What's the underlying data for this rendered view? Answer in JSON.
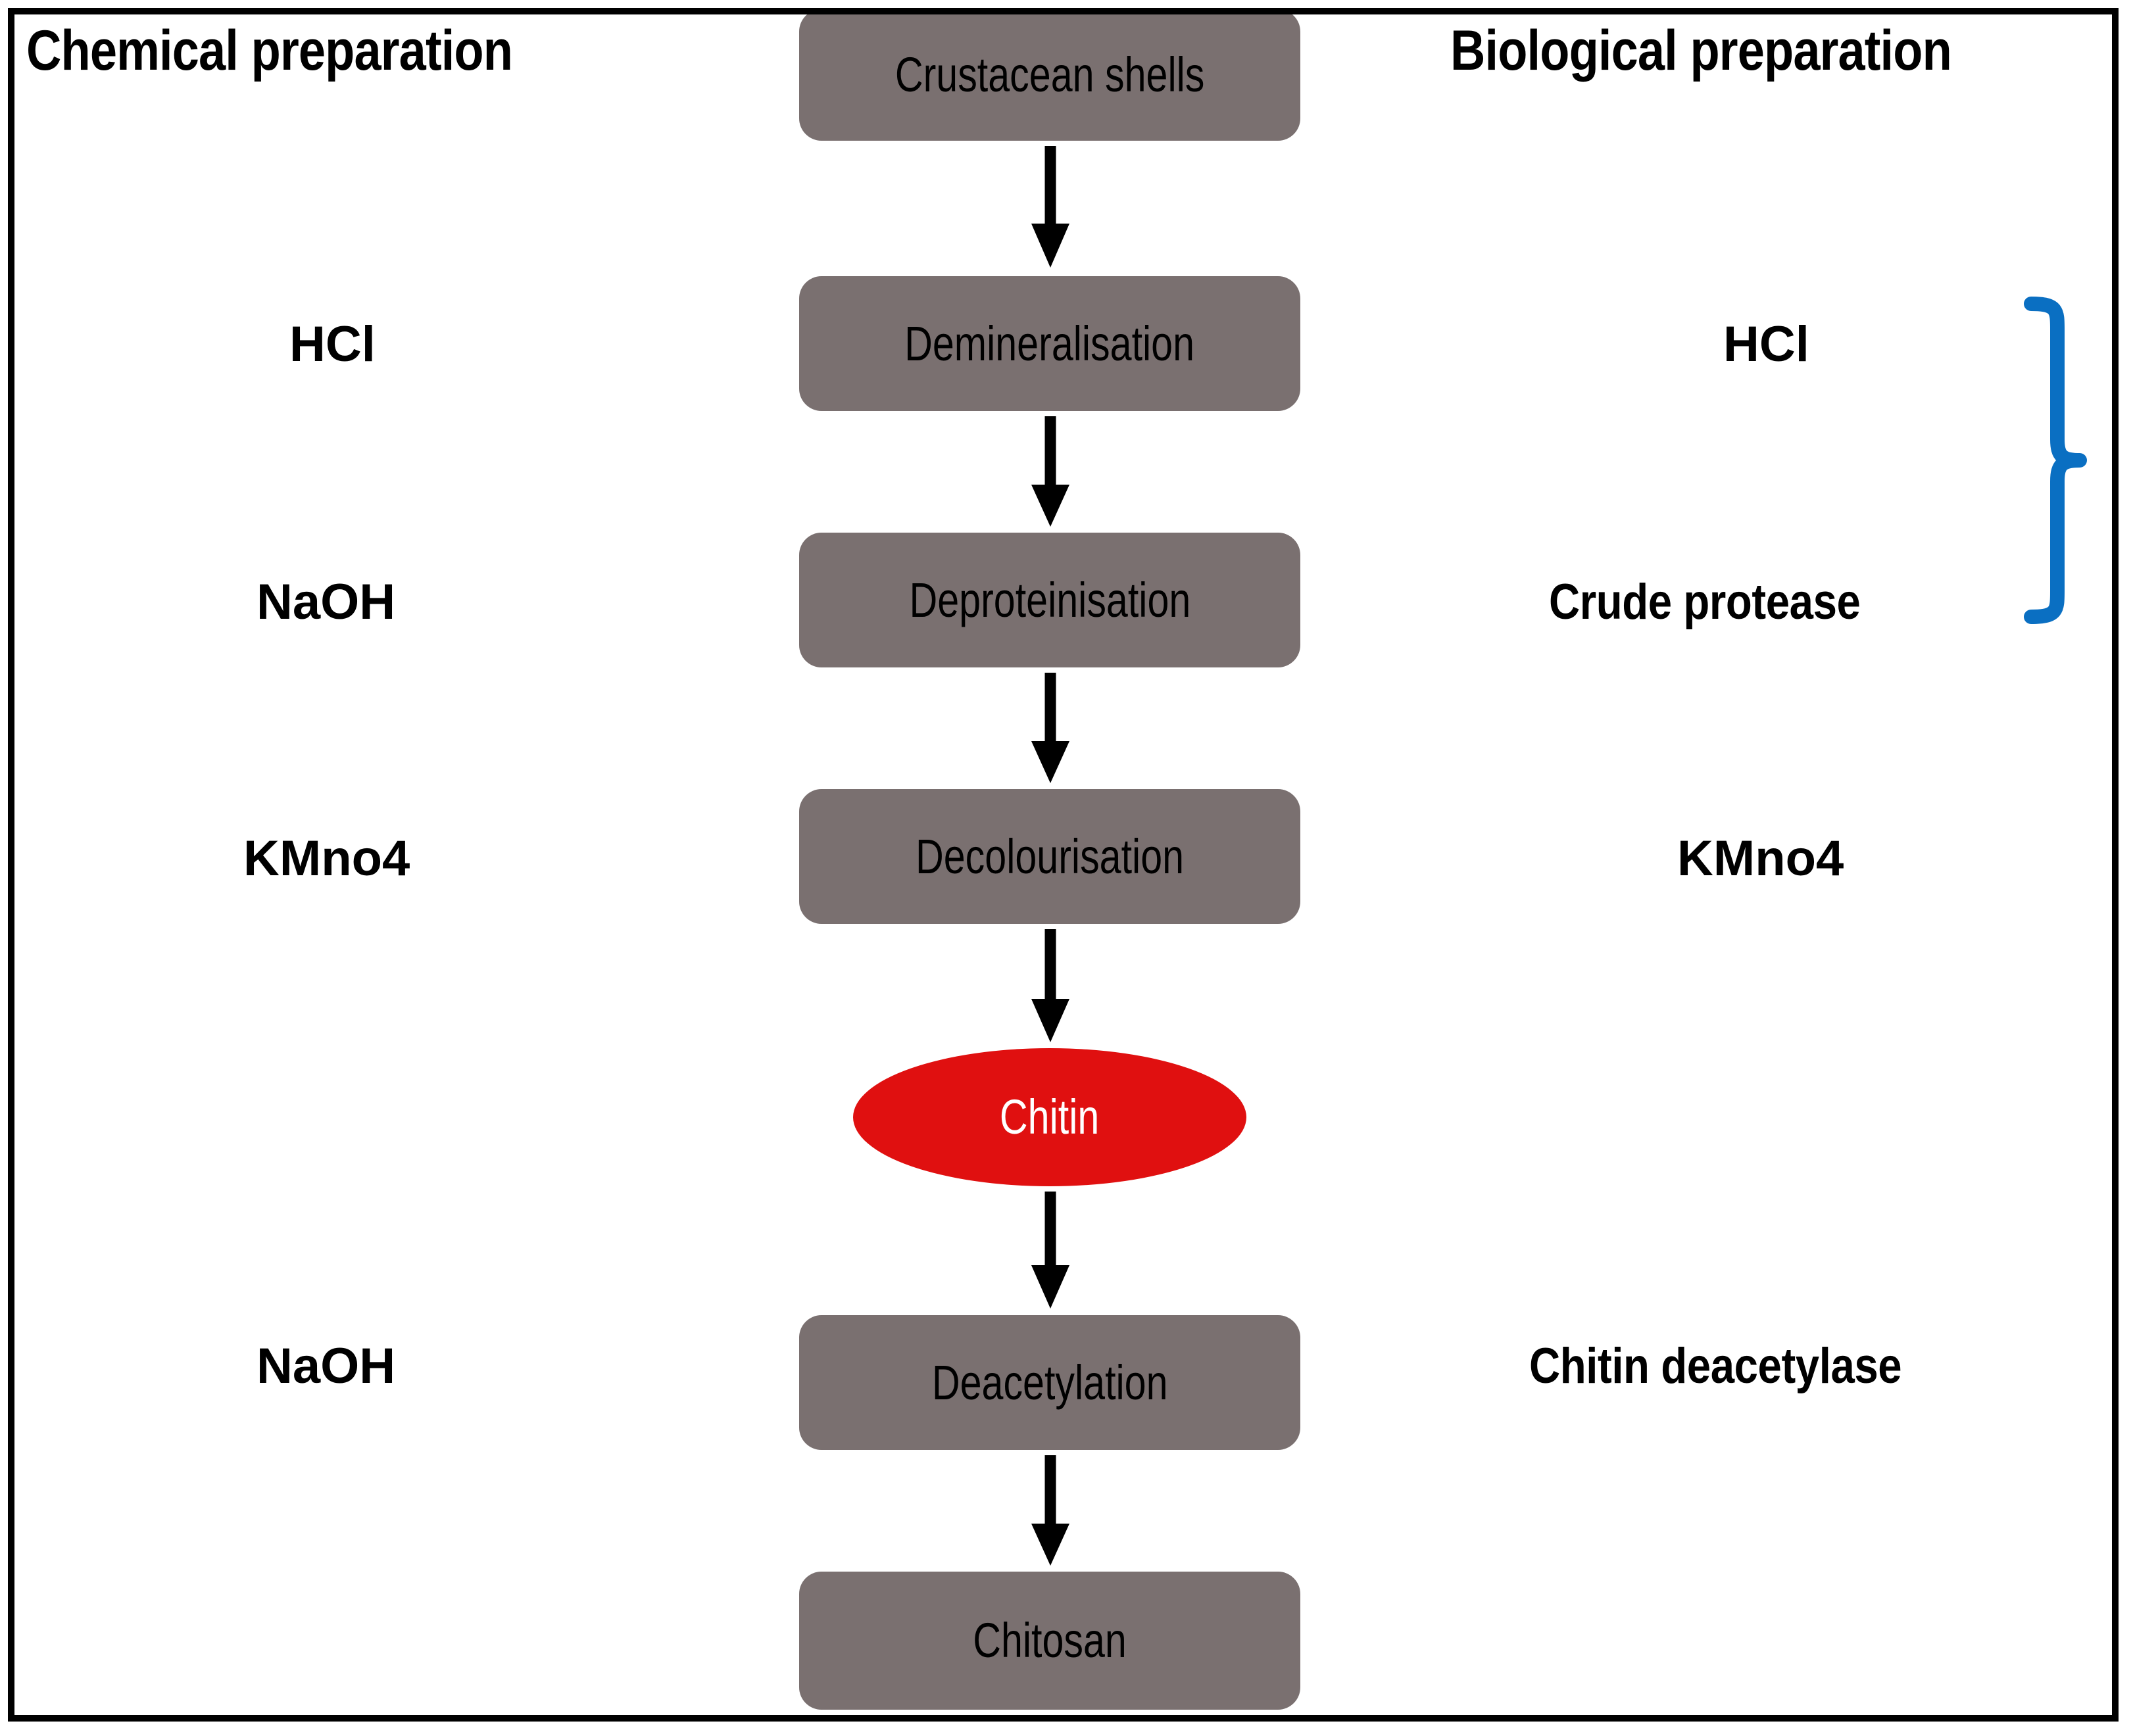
{
  "diagram": {
    "title_left": "Chemical preparation",
    "title_right": "Biological preparation",
    "colors": {
      "box_fill": "#7a7070",
      "chitin_fill": "#e01010",
      "brace": "#0a6fc2",
      "border": "#000000",
      "background": "#ffffff",
      "box_text": "#000000",
      "chitin_text": "#ffffff"
    },
    "process_steps": [
      {
        "id": "crustacean-shells",
        "label": "Crustacean shells",
        "shape": "rounded-rect"
      },
      {
        "id": "demineralisation",
        "label": "Demineralisation",
        "shape": "rounded-rect"
      },
      {
        "id": "deproteinisation",
        "label": "Deproteinisation",
        "shape": "rounded-rect"
      },
      {
        "id": "decolourisation",
        "label": "Decolourisation",
        "shape": "rounded-rect"
      },
      {
        "id": "chitin",
        "label": "Chitin",
        "shape": "ellipse"
      },
      {
        "id": "deacetylation",
        "label": "Deacetylation",
        "shape": "rounded-rect"
      },
      {
        "id": "chitosan",
        "label": "Chitosan",
        "shape": "rounded-rect"
      }
    ],
    "chemical_reagents": [
      {
        "step": "demineralisation",
        "label": "HCl"
      },
      {
        "step": "deproteinisation",
        "label": "NaOH"
      },
      {
        "step": "decolourisation",
        "label": "KMno4"
      },
      {
        "step": "deacetylation",
        "label": "NaOH"
      }
    ],
    "biological_reagents": [
      {
        "step": "demineralisation",
        "label": "HCl"
      },
      {
        "step": "deproteinisation",
        "label": "Crude protease"
      },
      {
        "step": "decolourisation",
        "label": "KMno4"
      },
      {
        "step": "deacetylation",
        "label": "Chitin deacetylase"
      }
    ],
    "brace": {
      "spans_from": "HCl",
      "spans_to": "Crude protease",
      "direction": "right"
    },
    "arrows": [
      {
        "from": "crustacean-shells",
        "to": "demineralisation"
      },
      {
        "from": "demineralisation",
        "to": "deproteinisation"
      },
      {
        "from": "deproteinisation",
        "to": "decolourisation"
      },
      {
        "from": "decolourisation",
        "to": "chitin"
      },
      {
        "from": "chitin",
        "to": "deacetylation"
      },
      {
        "from": "deacetylation",
        "to": "chitosan"
      }
    ]
  }
}
